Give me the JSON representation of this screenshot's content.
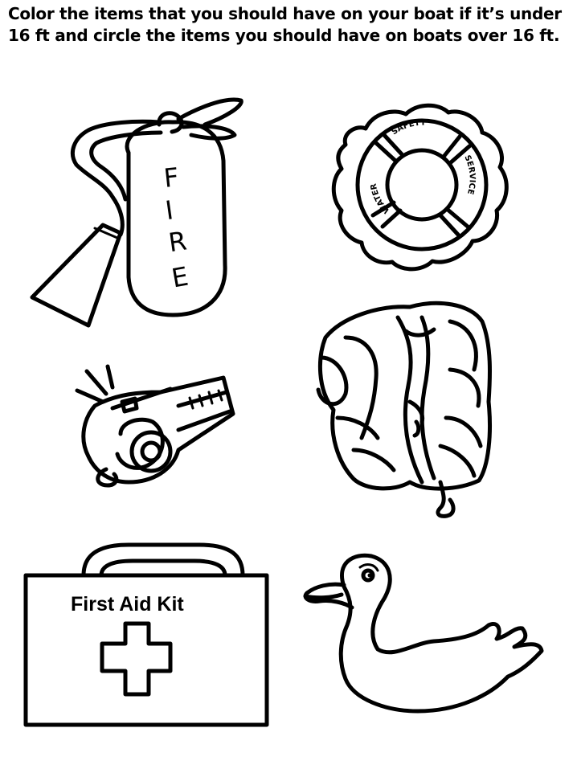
{
  "instructions": "Color the items that you should have on your boat if it’s under 16 ft and circle the items you should have on boats over 16 ft.",
  "extinguisher": {
    "letters": [
      "F",
      "I",
      "R",
      "E"
    ]
  },
  "life_ring": {
    "words": [
      "WATER",
      "SAFETY",
      "SERVICE"
    ]
  },
  "first_aid_kit": {
    "label": "First Aid Kit"
  }
}
